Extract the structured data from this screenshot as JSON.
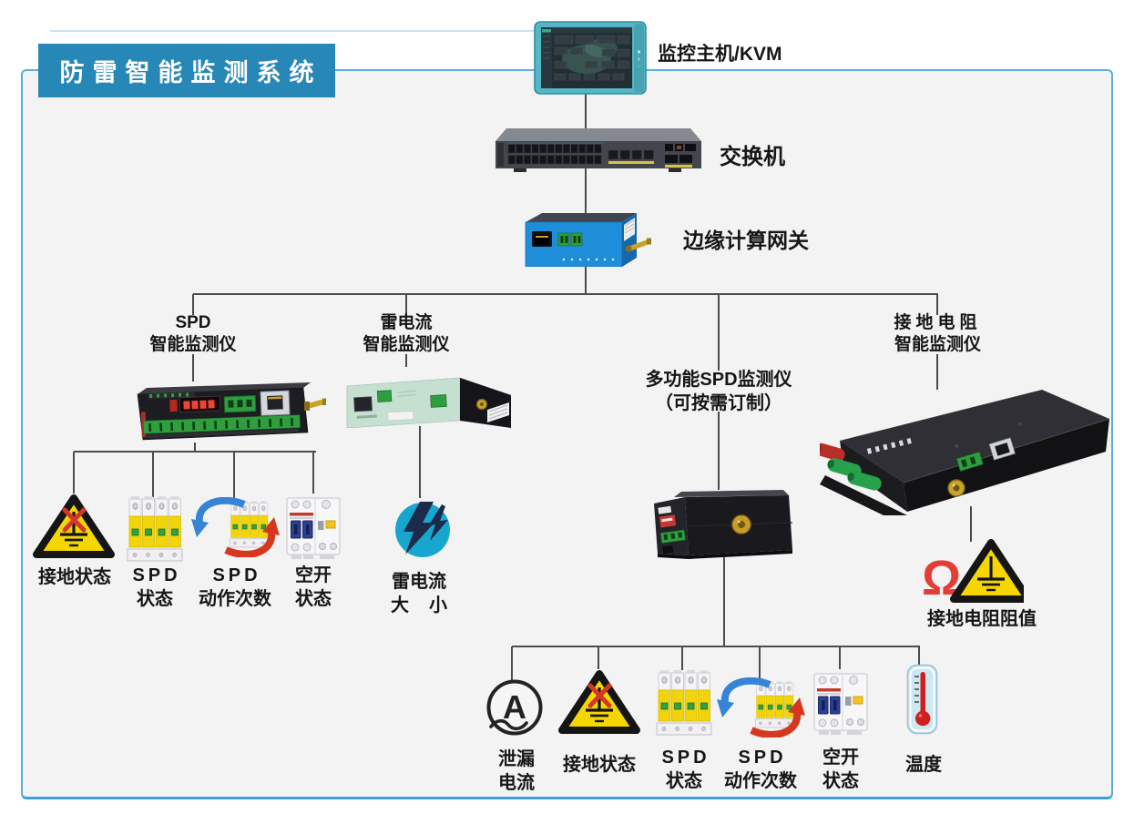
{
  "title": "防雷智能监测系统",
  "backbone": {
    "kvm_label": "监控主机/KVM",
    "switch_label": "交换机",
    "gateway_label": "边缘计算网关"
  },
  "monitors": {
    "spd": {
      "line1": "SPD",
      "line2": "智能监测仪"
    },
    "lightning": {
      "line1": "雷电流",
      "line2": "智能监测仪"
    },
    "multi": {
      "line1": "多功能SPD监测仪",
      "line2": "（可按需订制）"
    },
    "ground": {
      "line1": "接地电阻",
      "line2": "智能监测仪"
    }
  },
  "sensors": {
    "spd_branch": [
      {
        "icon": "ground-warning",
        "line1": "接地状态",
        "line2": ""
      },
      {
        "icon": "spd-device",
        "line1": "SPD",
        "line2": "状态"
      },
      {
        "icon": "spd-action",
        "line1": "SPD",
        "line2": "动作次数"
      },
      {
        "icon": "circuit-breaker",
        "line1": "空开",
        "line2": "状态"
      }
    ],
    "lightning_branch": [
      {
        "icon": "lightning-bolt",
        "line1": "雷电流",
        "line2": "大小"
      }
    ],
    "multi_branch": [
      {
        "icon": "ammeter",
        "line1": "泄漏",
        "line2": "电流"
      },
      {
        "icon": "ground-warning",
        "line1": "接地状态",
        "line2": ""
      },
      {
        "icon": "spd-device",
        "line1": "SPD",
        "line2": "状态"
      },
      {
        "icon": "spd-action",
        "line1": "SPD",
        "line2": "动作次数"
      },
      {
        "icon": "circuit-breaker",
        "line1": "空开",
        "line2": "状态"
      },
      {
        "icon": "thermometer",
        "line1": "温度",
        "line2": ""
      }
    ],
    "ground_branch": [
      {
        "icon": "ground-resistance",
        "line1": "接地电阻阻值",
        "line2": ""
      }
    ]
  },
  "colors": {
    "title_bg": "#2787b6",
    "border_blue": "#5aadd6",
    "line_gray": "#4c4c4c",
    "warning_yellow": "#f6d600",
    "alert_red": "#d3382a",
    "icon_cyan": "#17a7ce",
    "gateway_blue": "#1f8ed8",
    "mint_green": "#c5dfd0",
    "terminal_green": "#2f9e3f",
    "antenna_gold": "#c9a227"
  }
}
